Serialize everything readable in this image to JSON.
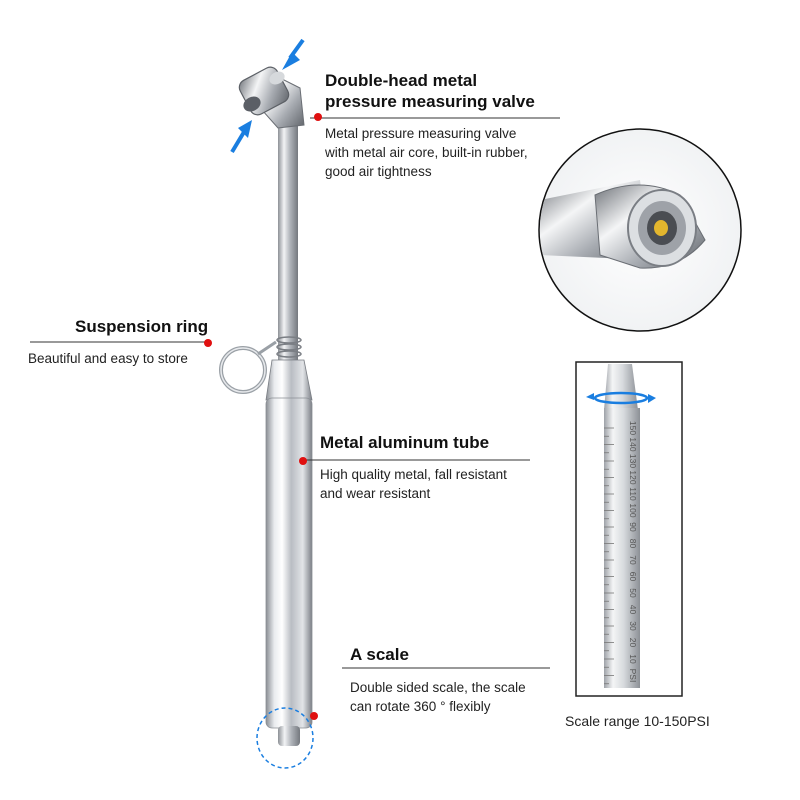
{
  "callouts": {
    "valve": {
      "title_line1": "Double-head metal",
      "title_line2": "pressure measuring valve",
      "desc_line1": "Metal pressure measuring valve",
      "desc_line2": "with metal air core, built-in rubber,",
      "desc_line3": "good air tightness"
    },
    "ring": {
      "title": "Suspension ring",
      "desc": "Beautiful and easy to store"
    },
    "tube": {
      "title": "Metal aluminum tube",
      "desc_line1": "High quality metal, fall resistant",
      "desc_line2": "and wear resistant"
    },
    "scale": {
      "title": "A scale",
      "desc_line1": "Double sided scale, the scale",
      "desc_line2": "can rotate 360 °    flexibly"
    }
  },
  "scale_inset": {
    "caption": "Scale range 10-150PSI",
    "ticks": [
      "150",
      "140",
      "130",
      "120",
      "110",
      "100",
      "90",
      "80",
      "70",
      "60",
      "50",
      "40",
      "30",
      "20",
      "10",
      "PSI"
    ]
  },
  "colors": {
    "accent_blue": "#1a7ee0",
    "dot_red": "#e01010",
    "metal": "#c8cbd0"
  }
}
